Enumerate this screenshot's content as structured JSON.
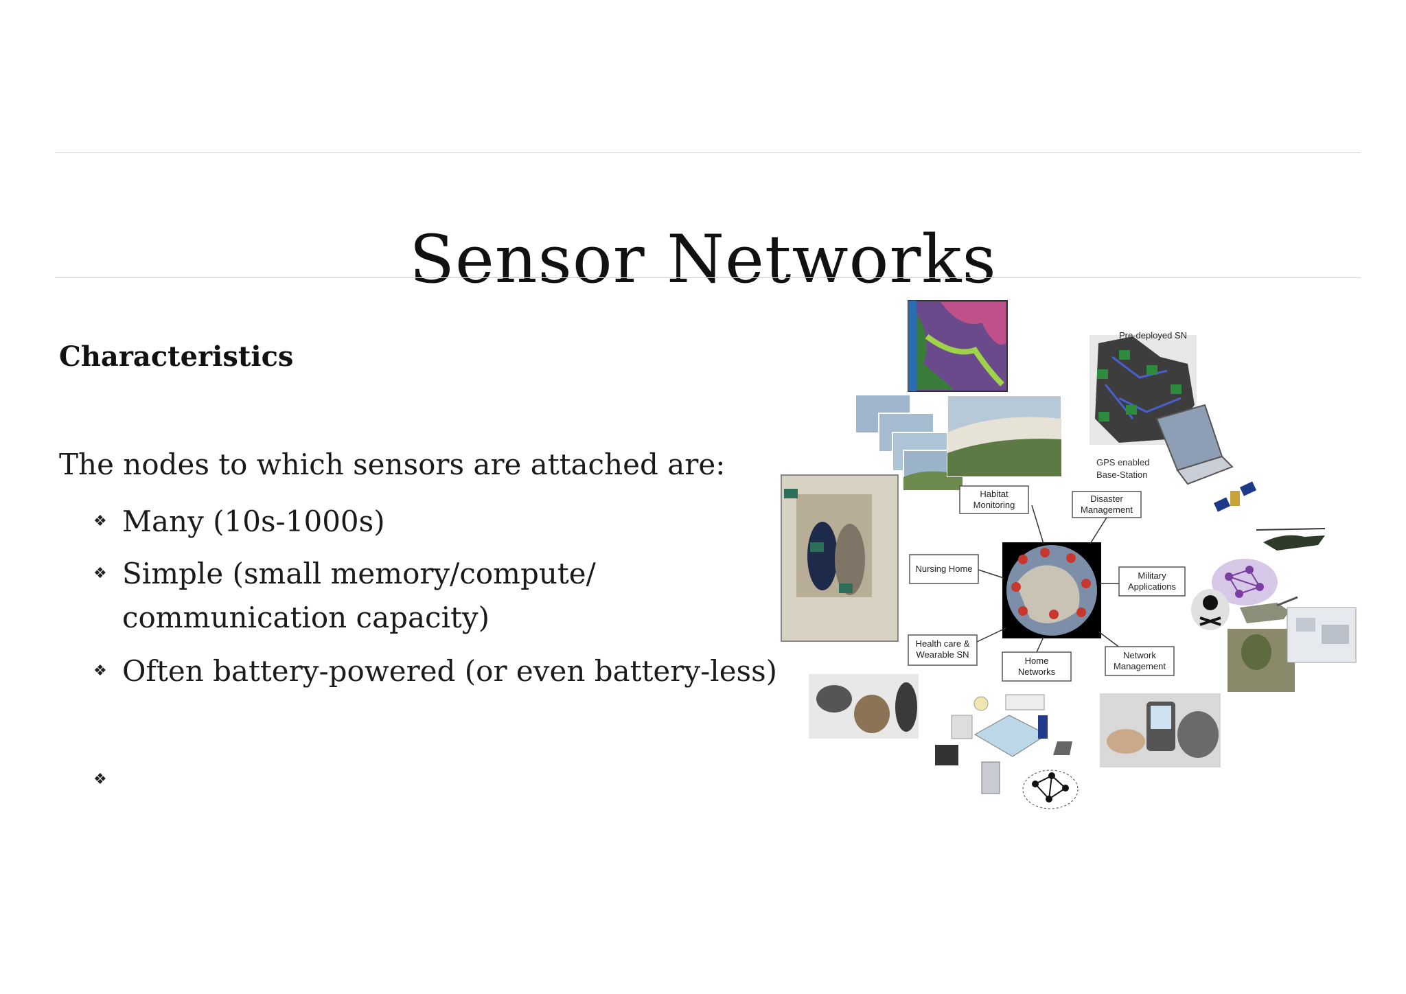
{
  "slide": {
    "title": "Sensor Networks",
    "subheading": "Characteristics",
    "intro": "The nodes to which sensors are attached are:",
    "bullets": [
      {
        "mark": "❖",
        "lines": [
          "Many (10s-1000s)"
        ]
      },
      {
        "mark": "❖",
        "lines": [
          "Simple (small memory/compute/",
          "communication capacity)"
        ]
      },
      {
        "mark": "❖",
        "lines": [
          "Often battery-powered (or even battery-less)"
        ]
      },
      {
        "mark": "❖",
        "lines": [
          ""
        ]
      }
    ]
  },
  "figure": {
    "labels": {
      "habitat": [
        "Habitat",
        "Monitoring"
      ],
      "disaster": [
        "Disaster",
        "Management"
      ],
      "nursing": [
        "Nursing Home"
      ],
      "military": [
        "Military",
        "Applications"
      ],
      "health": [
        "Health care &",
        "Wearable SN"
      ],
      "home": [
        "Home",
        "Networks"
      ],
      "network": [
        "Network",
        "Management"
      ],
      "predeployed": "Pre-deployed SN",
      "gps": [
        "GPS enabled",
        "Base-Station"
      ]
    }
  },
  "colors": {
    "rule": "#d6d6d6",
    "text": "#1a1a1a"
  }
}
